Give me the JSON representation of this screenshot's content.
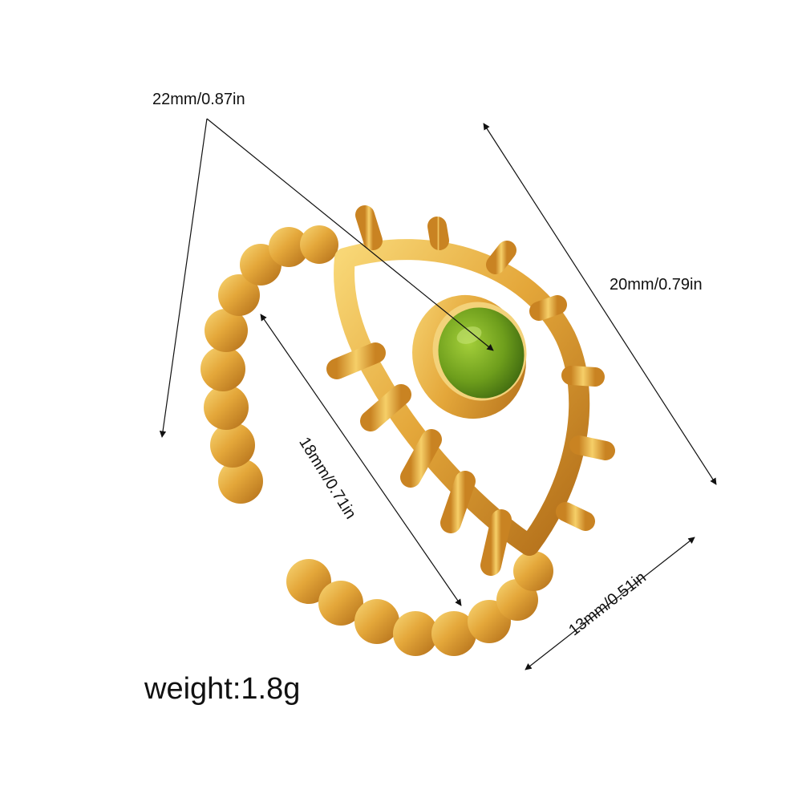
{
  "dimensions": {
    "width_label": "22mm/0.87in",
    "height_label": "20mm/0.79in",
    "inner_label": "18mm/0.71in",
    "band_label": "13mm/0.51in"
  },
  "weight_label": "weight:1.8g",
  "colors": {
    "gold_light": "#f5c75a",
    "gold_mid": "#e2a431",
    "gold_dark": "#b3701a",
    "stone_green": "#76a91e",
    "stone_dark": "#3f6a10",
    "line": "#111111"
  }
}
